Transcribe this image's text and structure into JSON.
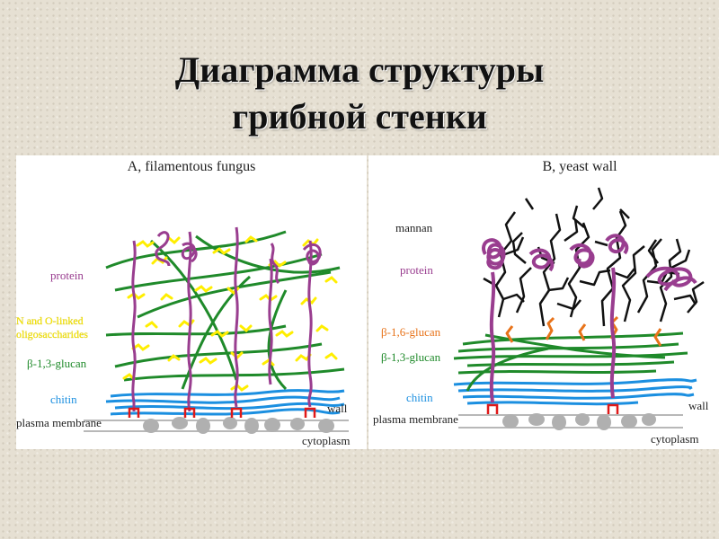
{
  "title": {
    "line1": "Диаграмма структуры",
    "line2": "грибной стенки"
  },
  "panel_a": {
    "heading": "A, filamentous fungus",
    "labels": {
      "protein": "protein",
      "oligo_line1": "N and O-linked",
      "oligo_line2": "oligosaccharides",
      "glucan_13": "β-1,3-glucan",
      "chitin": "chitin",
      "plasma_membrane": "plasma membrane",
      "wall": "wall",
      "cytoplasm": "cytoplasm"
    }
  },
  "panel_b": {
    "heading": "B, yeast wall",
    "labels": {
      "mannan": "mannan",
      "protein": "protein",
      "glucan_16": "β-1,6-glucan",
      "glucan_13": "β-1,3-glucan",
      "chitin": "chitin",
      "plasma_membrane": "plasma membrane",
      "wall": "wall",
      "cytoplasm": "cytoplasm"
    }
  },
  "colors": {
    "protein": "#993d8f",
    "oligosaccharides": "#ffee00",
    "glucan_13": "#1f8a2a",
    "glucan_16": "#e8731a",
    "chitin": "#1b8fe0",
    "membrane": "#b8b8b8",
    "anchor": "#e01818",
    "mannan": "#111111",
    "text": "#222222"
  }
}
